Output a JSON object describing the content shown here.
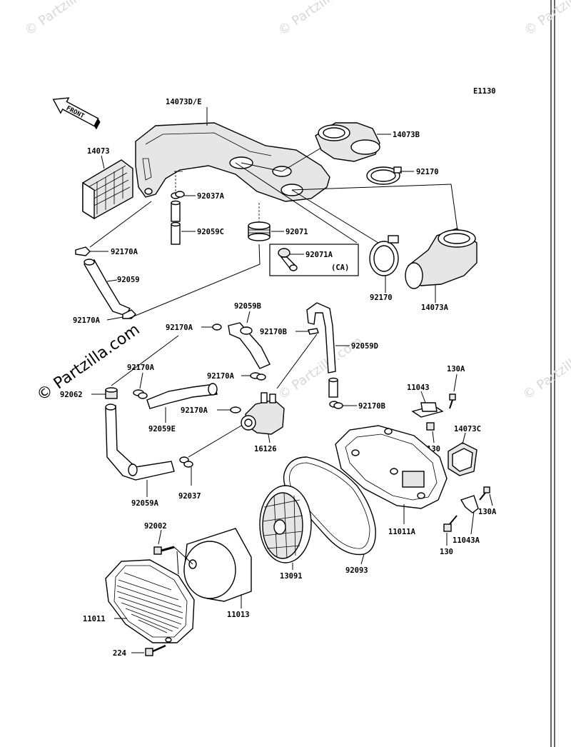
{
  "diagram": {
    "figure_code": "E1130",
    "front_label": "FRONT",
    "watermark_corner": "© Partzilla",
    "watermark_main": "© Partzilla.com",
    "watermark_mid": "© Partzilla.com"
  },
  "parts": {
    "p14073DE": "14073D/E",
    "p14073B": "14073B",
    "p14073": "14073",
    "p92170_top": "92170",
    "p92037A": "92037A",
    "p92059C": "92059C",
    "p92071": "92071",
    "p92071A": "92071A",
    "p92071A_ca": "(CA)",
    "p92170A_1": "92170A",
    "p92059": "92059",
    "p92170A_2": "92170A",
    "p92170_mid": "92170",
    "p14073A": "14073A",
    "p92059B": "92059B",
    "p92170A_3": "92170A",
    "p92170B_1": "92170B",
    "p92059D": "92059D",
    "p92170A_4": "92170A",
    "p92170A_5": "92170A",
    "p92062": "92062",
    "p92059E": "92059E",
    "p92170A_6": "92170A",
    "p16126": "16126",
    "p92170B_2": "92170B",
    "p11043": "11043",
    "p130A_1": "130A",
    "p130_1": "130",
    "p14073C": "14073C",
    "p92037": "92037",
    "p92059A": "92059A",
    "p11011A": "11011A",
    "p130A_2": "130A",
    "p11043A": "11043A",
    "p130_2": "130",
    "p92002": "92002",
    "p92093": "92093",
    "p13091": "13091",
    "p11011": "11011",
    "p11013": "11013",
    "p224": "224"
  }
}
